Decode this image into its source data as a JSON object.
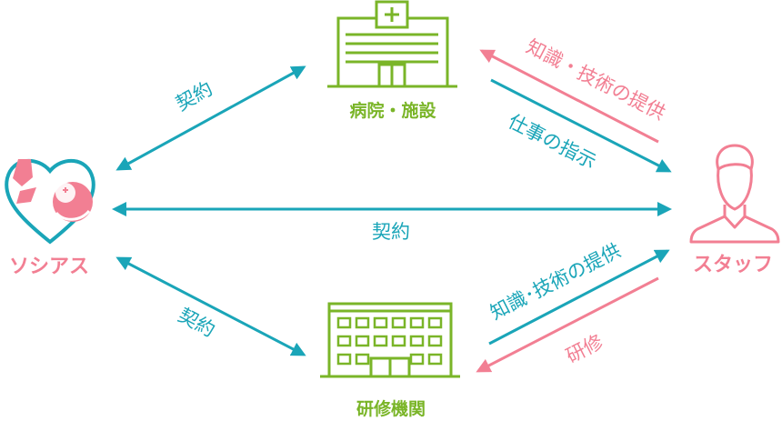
{
  "colors": {
    "teal": "#1aa5b8",
    "pink": "#f27f93",
    "green": "#7ab528"
  },
  "nodes": {
    "hospital": {
      "label": "病院・施設",
      "icon": "hospital-icon"
    },
    "training": {
      "label": "研修機関",
      "icon": "school-building-icon"
    },
    "sociasu": {
      "label": "ソシアス",
      "icon": "caring-hands-heart-icon"
    },
    "staff": {
      "label": "スタッフ",
      "icon": "person-icon"
    }
  },
  "edges": {
    "sociasu_hospital": "契約",
    "sociasu_staff": "契約",
    "sociasu_training": "契約",
    "staff_to_hospital": "知識・技術の提供",
    "hospital_to_staff": "仕事の指示",
    "training_to_staff": "知識･技術の提供",
    "staff_to_training": "研修"
  }
}
